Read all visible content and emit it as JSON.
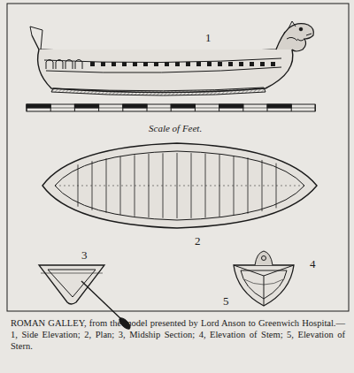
{
  "diagram": {
    "caption": "ROMAN GALLEY, from the model presented by Lord Anson to Greenwich Hospital.—1, Side Elevation; 2, Plan; 3, Midship Section; 4, Elevation of Stem; 5, Elevation of Stern.",
    "labels": [
      "1",
      "Scale of Feet.",
      "2",
      "3",
      "4",
      "5"
    ]
  }
}
